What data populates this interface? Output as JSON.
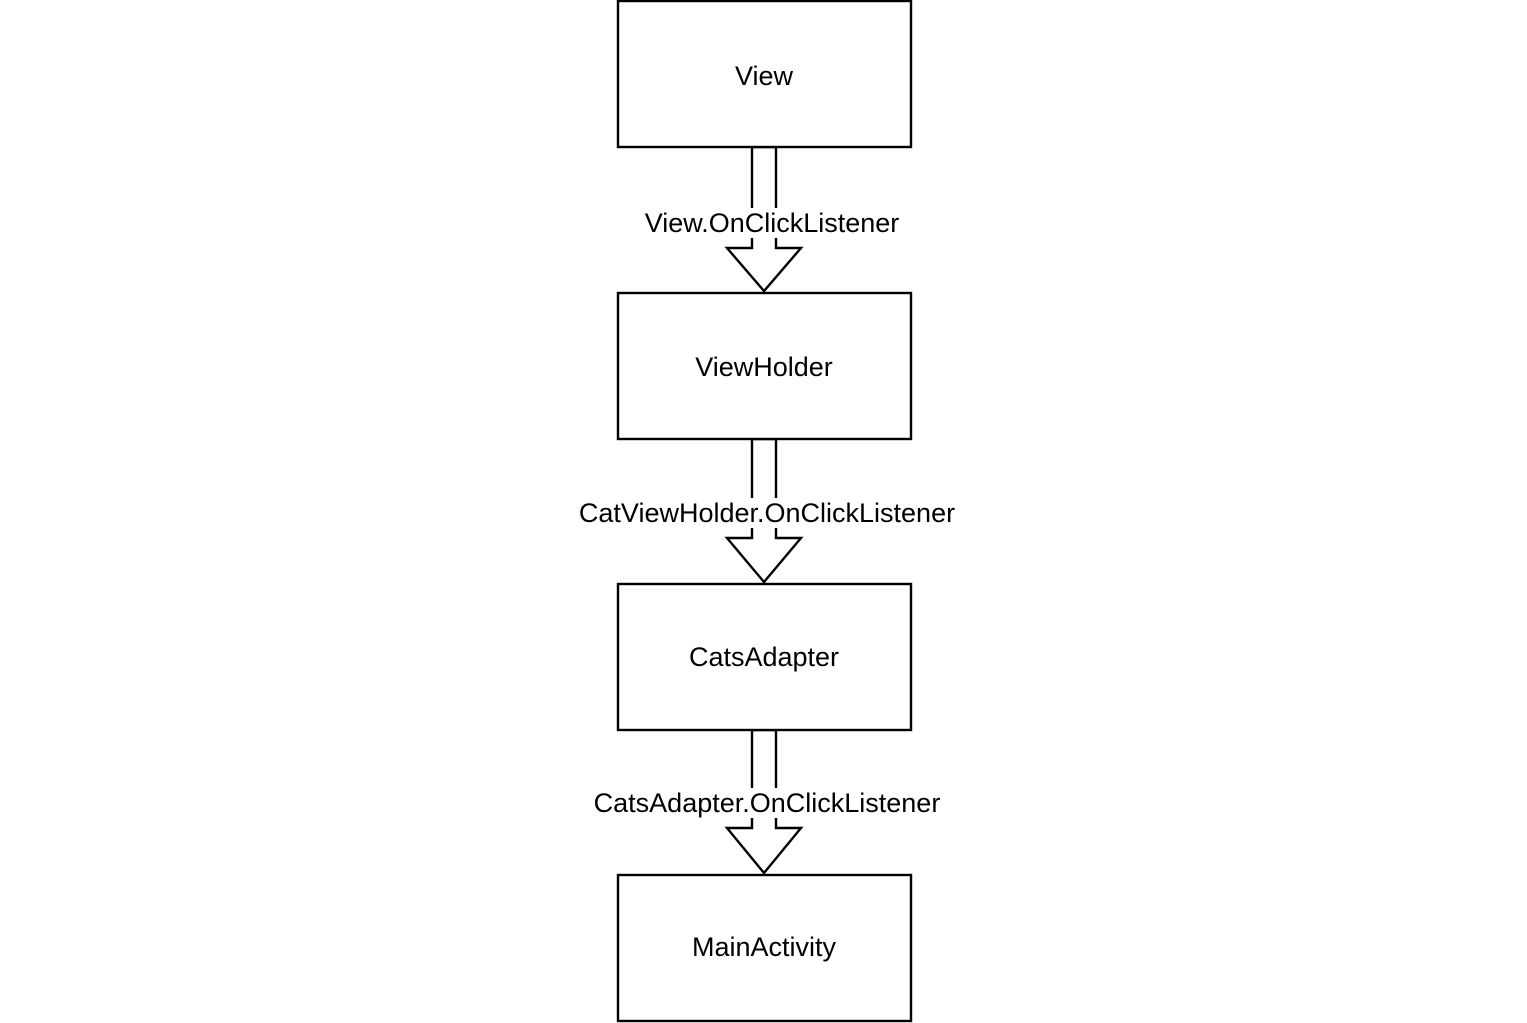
{
  "nodes": [
    {
      "id": "view",
      "label": "View"
    },
    {
      "id": "viewholder",
      "label": "ViewHolder"
    },
    {
      "id": "catsadapter",
      "label": "CatsAdapter"
    },
    {
      "id": "mainactivity",
      "label": "MainActivity"
    }
  ],
  "edges": [
    {
      "from": "view",
      "to": "viewholder",
      "label": "View.OnClickListener"
    },
    {
      "from": "viewholder",
      "to": "catsadapter",
      "label": "CatViewHolder.OnClickListener"
    },
    {
      "from": "catsadapter",
      "to": "mainactivity",
      "label": "CatsAdapter.OnClickListener"
    }
  ]
}
